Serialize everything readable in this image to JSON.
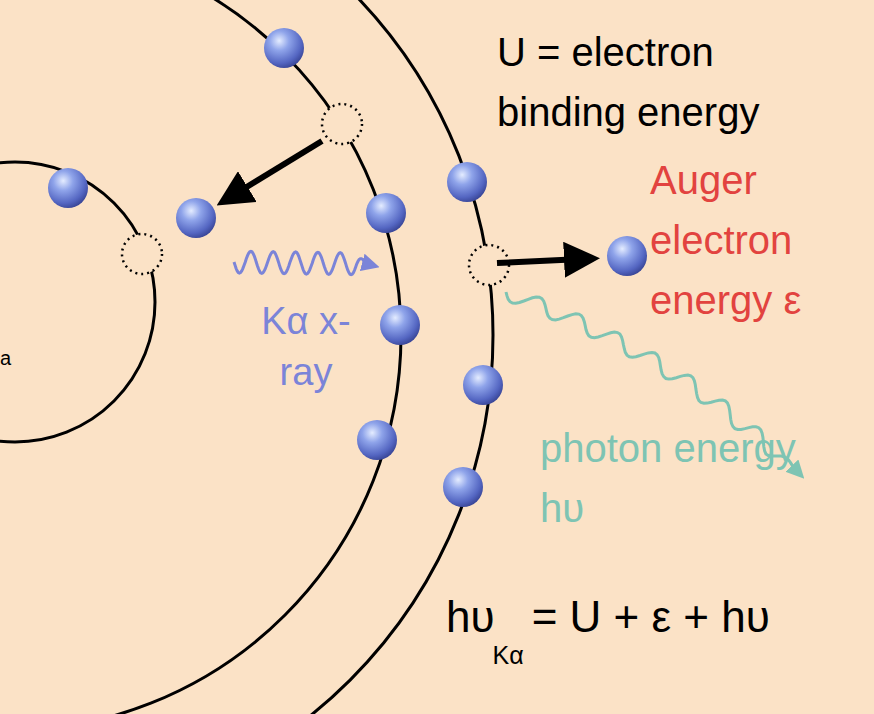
{
  "diagram": {
    "labels": [
      "U = electron binding energy",
      "Auger electron energy ε",
      "Kα x-ray",
      "photon energy hυ",
      "hυ",
      "Kα",
      "= U + ε + hυ",
      "a"
    ]
  }
}
